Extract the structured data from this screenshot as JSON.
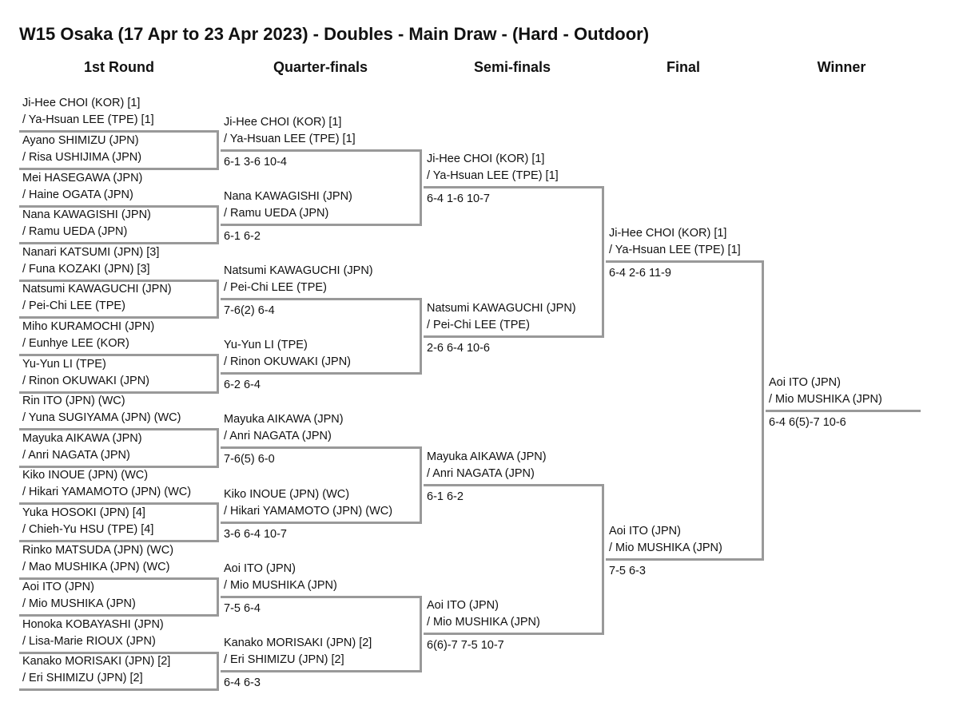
{
  "title": "W15 Osaka (17 Apr to 23 Apr 2023) - Doubles - Main Draw - (Hard - Outdoor)",
  "rounds": [
    "1st Round",
    "Quarter-finals",
    "Semi-finals",
    "Final",
    "Winner"
  ],
  "first_round": [
    [
      "Ji-Hee CHOI (KOR) [1]",
      "/ Ya-Hsuan LEE (TPE) [1]"
    ],
    [
      "Ayano SHIMIZU (JPN)",
      "/ Risa USHIJIMA (JPN)"
    ],
    [
      "Mei HASEGAWA (JPN)",
      "/ Haine OGATA (JPN)"
    ],
    [
      "Nana KAWAGISHI (JPN)",
      "/ Ramu UEDA (JPN)"
    ],
    [
      "Nanari KATSUMI (JPN) [3]",
      "/ Funa KOZAKI (JPN) [3]"
    ],
    [
      "Natsumi KAWAGUCHI (JPN)",
      "/ Pei-Chi LEE (TPE)"
    ],
    [
      "Miho KURAMOCHI (JPN)",
      "/ Eunhye LEE (KOR)"
    ],
    [
      "Yu-Yun LI (TPE)",
      "/ Rinon OKUWAKI (JPN)"
    ],
    [
      "Rin ITO (JPN) (WC)",
      "/ Yuna SUGIYAMA (JPN) (WC)"
    ],
    [
      "Mayuka AIKAWA (JPN)",
      "/ Anri NAGATA (JPN)"
    ],
    [
      "Kiko INOUE (JPN) (WC)",
      "/ Hikari YAMAMOTO (JPN) (WC)"
    ],
    [
      "Yuka HOSOKI (JPN) [4]",
      "/ Chieh-Yu HSU (TPE) [4]"
    ],
    [
      "Rinko MATSUDA (JPN) (WC)",
      "/ Mao MUSHIKA (JPN) (WC)"
    ],
    [
      "Aoi ITO (JPN)",
      "/ Mio MUSHIKA (JPN)"
    ],
    [
      "Honoka KOBAYASHI (JPN)",
      "/ Lisa-Marie RIOUX (JPN)"
    ],
    [
      "Kanako MORISAKI (JPN) [2]",
      "/ Eri SHIMIZU (JPN) [2]"
    ]
  ],
  "quarter_finals": [
    {
      "team": [
        "Ji-Hee CHOI (KOR) [1]",
        "/ Ya-Hsuan LEE (TPE) [1]"
      ],
      "score": "6-1 3-6 10-4"
    },
    {
      "team": [
        "Nana KAWAGISHI (JPN)",
        "/ Ramu UEDA (JPN)"
      ],
      "score": "6-1 6-2"
    },
    {
      "team": [
        "Natsumi KAWAGUCHI (JPN)",
        "/ Pei-Chi LEE (TPE)"
      ],
      "score": "7-6(2) 6-4"
    },
    {
      "team": [
        "Yu-Yun LI (TPE)",
        "/ Rinon OKUWAKI (JPN)"
      ],
      "score": "6-2 6-4"
    },
    {
      "team": [
        "Mayuka AIKAWA (JPN)",
        "/ Anri NAGATA (JPN)"
      ],
      "score": "7-6(5) 6-0"
    },
    {
      "team": [
        "Kiko INOUE (JPN) (WC)",
        "/ Hikari YAMAMOTO (JPN) (WC)"
      ],
      "score": "3-6 6-4 10-7"
    },
    {
      "team": [
        "Aoi ITO (JPN)",
        "/ Mio MUSHIKA (JPN)"
      ],
      "score": "7-5 6-4"
    },
    {
      "team": [
        "Kanako MORISAKI (JPN) [2]",
        "/ Eri SHIMIZU (JPN) [2]"
      ],
      "score": "6-4 6-3"
    }
  ],
  "semi_finals": [
    {
      "team": [
        "Ji-Hee CHOI (KOR) [1]",
        "/ Ya-Hsuan LEE (TPE) [1]"
      ],
      "score": "6-4 1-6 10-7"
    },
    {
      "team": [
        "Natsumi KAWAGUCHI (JPN)",
        "/ Pei-Chi LEE (TPE)"
      ],
      "score": "2-6 6-4 10-6"
    },
    {
      "team": [
        "Mayuka AIKAWA (JPN)",
        "/ Anri NAGATA (JPN)"
      ],
      "score": "6-1 6-2"
    },
    {
      "team": [
        "Aoi ITO (JPN)",
        "/ Mio MUSHIKA (JPN)"
      ],
      "score": "6(6)-7 7-5 10-7"
    }
  ],
  "final": [
    {
      "team": [
        "Ji-Hee CHOI (KOR) [1]",
        "/ Ya-Hsuan LEE (TPE) [1]"
      ],
      "score": "6-4 2-6 11-9"
    },
    {
      "team": [
        "Aoi ITO (JPN)",
        "/ Mio MUSHIKA (JPN)"
      ],
      "score": "7-5 6-3"
    }
  ],
  "winner": {
    "team": [
      "Aoi ITO (JPN)",
      "/ Mio MUSHIKA (JPN)"
    ],
    "score": "6-4 6(5)-7 10-6"
  }
}
